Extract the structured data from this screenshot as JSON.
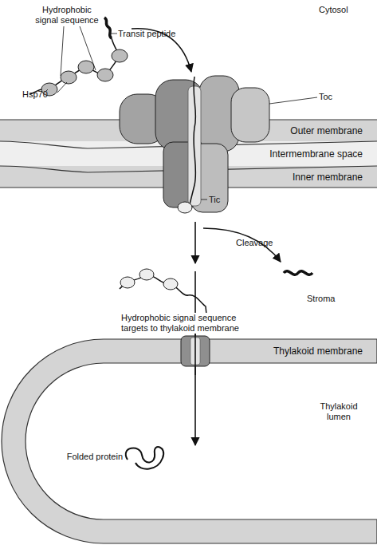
{
  "diagram": {
    "nodes": [
      {
        "text": [
          "Outer membrane"
        ]
      },
      {
        "text": [
          "Intermembrane space"
        ]
      },
      {
        "text": [
          "Inner membrane"
        ]
      },
      {
        "text": [
          "Thylakoid membrane"
        ]
      }
    ],
    "labels": [
      "Cytosol",
      "Hydrophobic signal sequence",
      "Transit peptide",
      "Hsp70",
      "Toc",
      "Tic",
      "Cleavage",
      "Stroma",
      "Hydrophobic signal sequence targets to thylakoid membrane",
      "Thylakoid lumen",
      "Folded protein"
    ]
  }
}
